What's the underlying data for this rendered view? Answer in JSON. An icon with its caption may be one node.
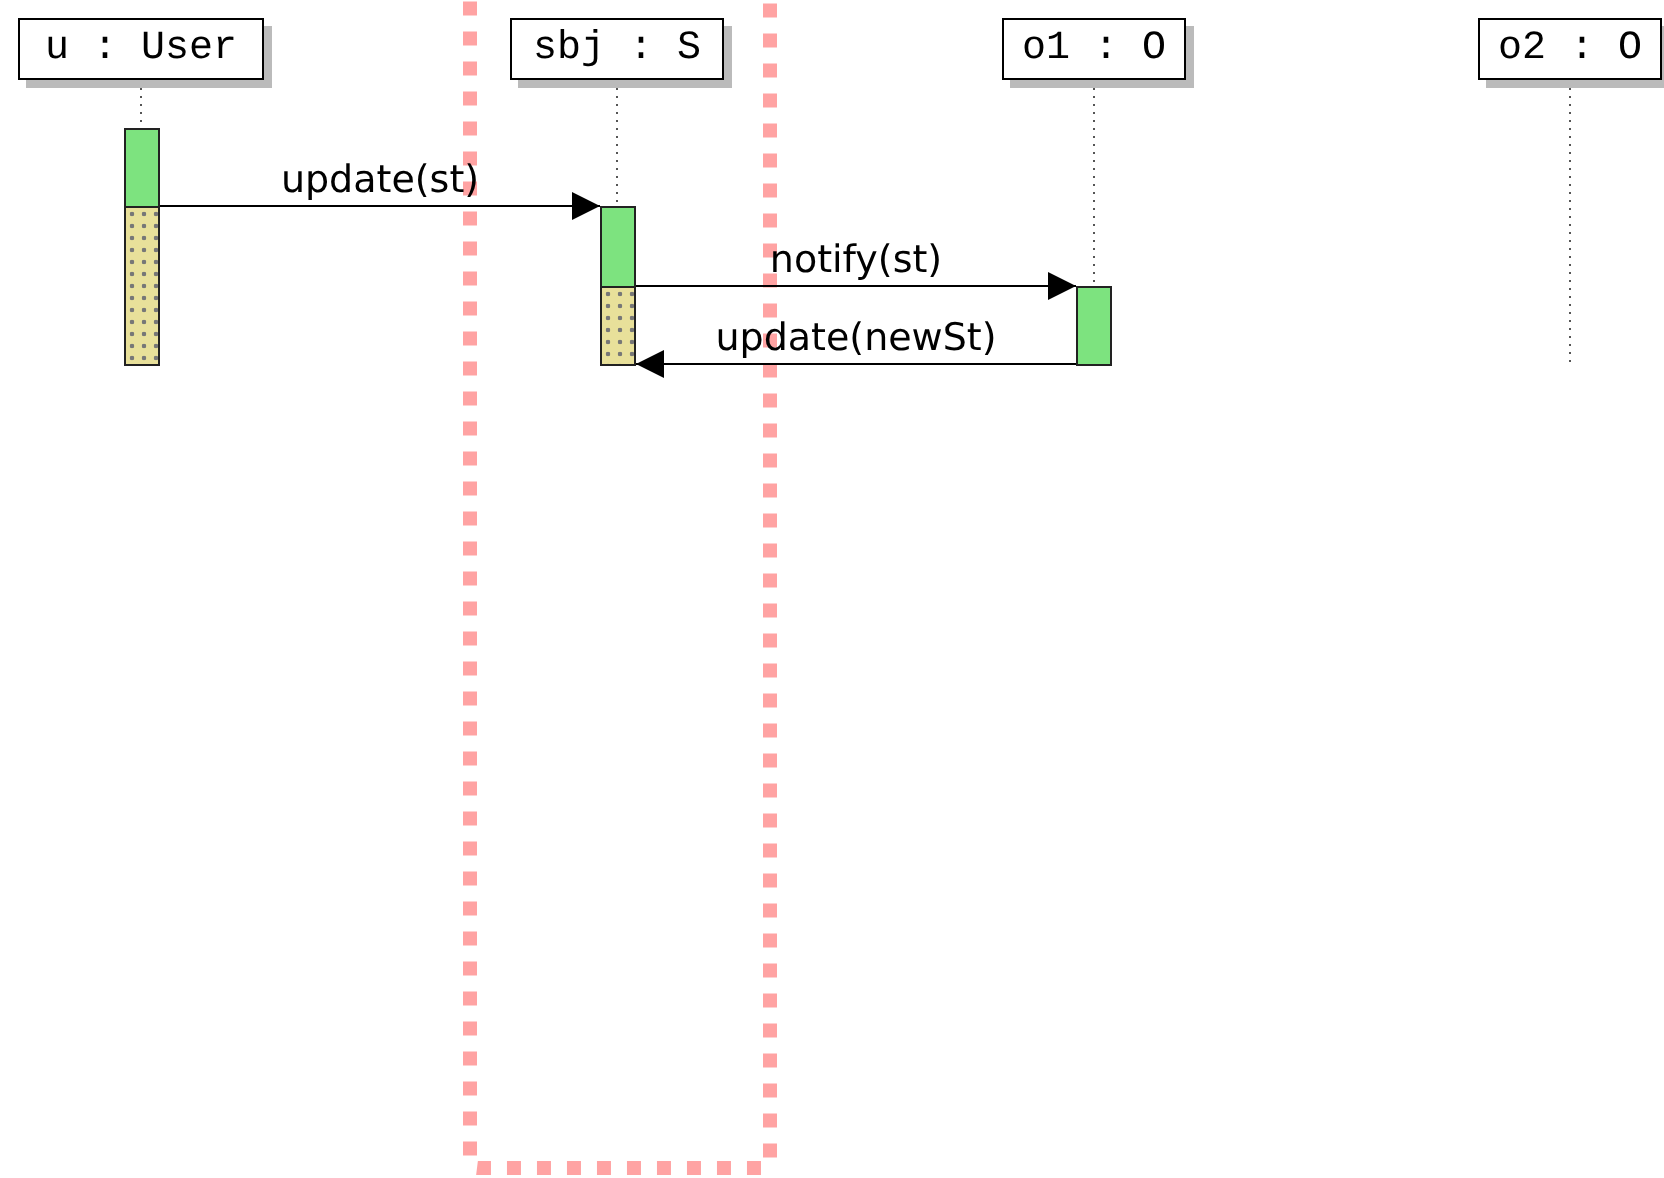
{
  "diagram": {
    "nodes": [
      {
        "text": [
          "u : User"
        ]
      },
      {
        "text": [
          "sbj : S"
        ]
      },
      {
        "text": [
          "o1 : O"
        ]
      },
      {
        "text": [
          "o2 : O"
        ]
      },
      {
        "text": [],
        "shape": "bar"
      },
      {
        "text": [],
        "shape": "bar"
      },
      {
        "text": [],
        "shape": "bar"
      }
    ],
    "edges": [
      {
        "from": 0,
        "to": 4,
        "arrow": "none",
        "style": "dashed"
      },
      {
        "from": 1,
        "to": 5,
        "arrow": "none",
        "style": "dashed"
      },
      {
        "from": 2,
        "to": 6,
        "arrow": "none",
        "style": "dashed"
      },
      {
        "from": 4,
        "to": 5,
        "arrow": "to",
        "label": "update(st)"
      },
      {
        "from": 5,
        "to": 6,
        "arrow": "to",
        "label": "notify(st)"
      },
      {
        "from": 6,
        "to": 5,
        "arrow": "to",
        "label": "update(newSt)"
      }
    ]
  }
}
